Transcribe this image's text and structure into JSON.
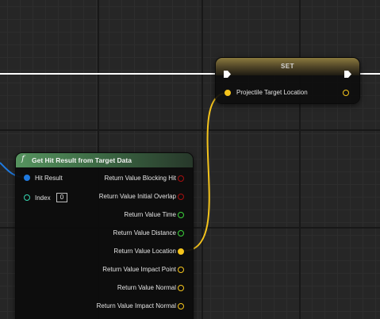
{
  "set_node": {
    "title": "SET",
    "input_label": "Projectile Target Location",
    "header_color": "#8b7a3e"
  },
  "hit_node": {
    "title": "Get Hit Result from Target Data",
    "function_icon": "f",
    "header_color": "#56935f",
    "inputs": {
      "hit_result": "Hit Result",
      "index_label": "Index",
      "index_value": "0"
    },
    "outputs": [
      {
        "label": "Return Value Blocking Hit",
        "pin": "bool-pin-icon",
        "color": "#a80f0f"
      },
      {
        "label": "Return Value Initial Overlap",
        "pin": "bool-pin-icon",
        "color": "#a80f0f"
      },
      {
        "label": "Return Value Time",
        "pin": "float-pin-icon",
        "color": "#3bd13b"
      },
      {
        "label": "Return Value Distance",
        "pin": "float-pin-icon",
        "color": "#3bd13b"
      },
      {
        "label": "Return Value Location",
        "pin": "vector-pin-icon",
        "color": "#f5c41c"
      },
      {
        "label": "Return Value Impact Point",
        "pin": "vector-pin-icon",
        "color": "#f5c41c"
      },
      {
        "label": "Return Value Normal",
        "pin": "vector-pin-icon",
        "color": "#f5c41c"
      },
      {
        "label": "Return Value Impact Normal",
        "pin": "vector-pin-icon",
        "color": "#f5c41c"
      }
    ]
  },
  "colors": {
    "exec_wire": "#ffffff",
    "vector_wire": "#f5c41c",
    "struct_wire": "#1f7ae0",
    "int_pin": "#35d6b0",
    "background": "#262626"
  }
}
